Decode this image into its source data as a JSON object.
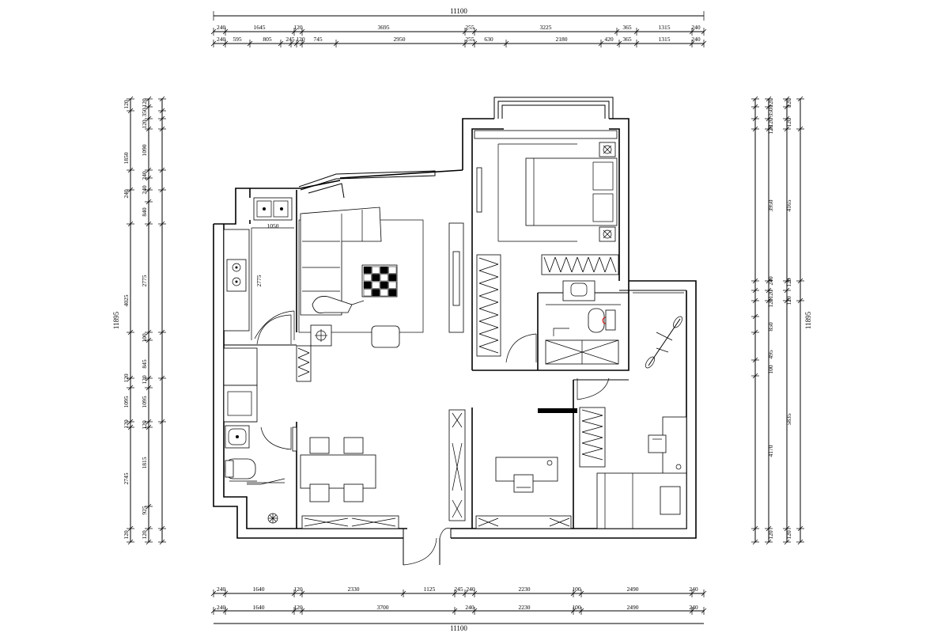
{
  "top_dims": {
    "total": "11100",
    "row1": [
      "240",
      "1645",
      "120",
      "3695",
      "255",
      "3225",
      "365",
      "1315",
      "240"
    ],
    "row2": [
      "240",
      "595",
      "805",
      "245",
      "120",
      "745",
      "2950",
      "255",
      "630",
      "2180",
      "420",
      "365",
      "1315",
      "240"
    ]
  },
  "bottom_dims": {
    "total": "11100",
    "row1": [
      "240",
      "1640",
      "120",
      "2330",
      "1125",
      "245",
      "240",
      "2230",
      "100",
      "2490",
      "240"
    ],
    "row2": [
      "240",
      "1640",
      "120",
      "3700",
      "240",
      "2230",
      "100",
      "2490",
      "240"
    ]
  },
  "left_dims": {
    "total": "11895",
    "outer": [
      "120",
      "1850",
      "240",
      "4025",
      "120",
      "1095",
      "120",
      "2745",
      "120"
    ],
    "inner": [
      "120",
      "350",
      "120",
      "1090",
      "240",
      "240",
      "840",
      "2775",
      "100",
      "845",
      "120",
      "1095",
      "120",
      "1815",
      "925",
      "120"
    ]
  },
  "right_dims": {
    "total": "11895",
    "outer": [
      "120",
      "120",
      "4165",
      "120",
      "120",
      "5835",
      "120"
    ],
    "inner": [
      "120",
      "350",
      "120",
      "120",
      "3950",
      "240",
      "120",
      "120",
      "850",
      "495",
      "100",
      "4170",
      "120"
    ]
  },
  "room_labels": {
    "kitchen_width": "1050",
    "kitchen_length": "2775"
  }
}
